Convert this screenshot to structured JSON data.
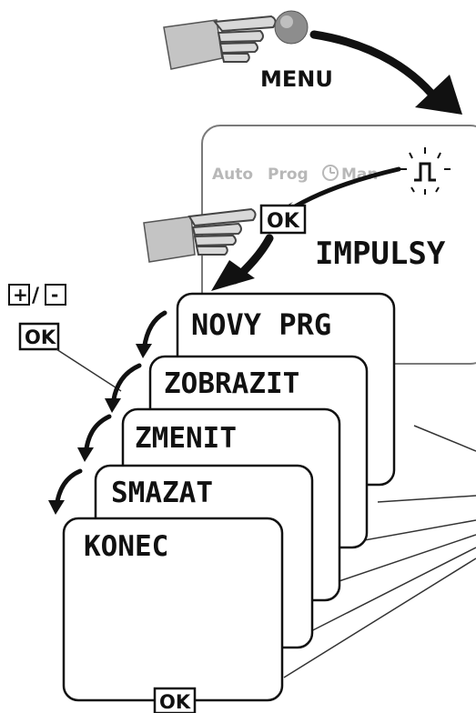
{
  "menu_label": "MENU",
  "display": {
    "modes": [
      "Auto",
      "Prog",
      "Man"
    ],
    "title": "IMPULSY"
  },
  "keys": {
    "ok": "OK",
    "plus_minus": "+/-",
    "plus": "+",
    "minus": "-",
    "separator": "/"
  },
  "menu_items": [
    "NOVY PRG",
    "ZOBRAZIT",
    "ZMENIT",
    "SMAZAT",
    "KONEC"
  ],
  "bottom_key": "OK"
}
